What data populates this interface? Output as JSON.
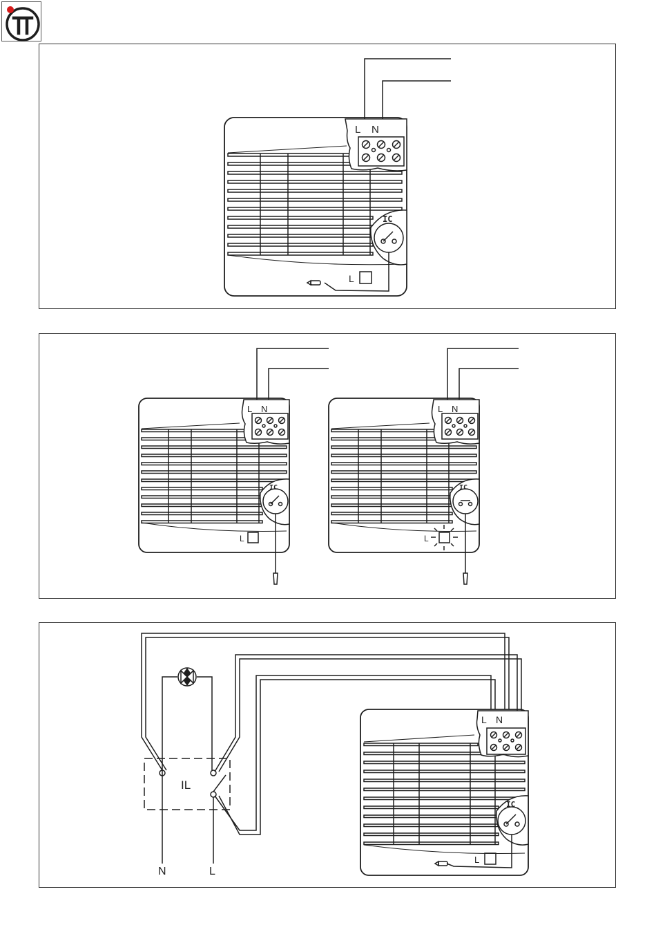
{
  "logo": {
    "icon": "tt-logo-icon",
    "accent": "#d61a1a",
    "ink": "#1e1e1e"
  },
  "labels": {
    "live": "L",
    "neutral": "N",
    "ic": "IC",
    "lamp": "L",
    "il": "IL"
  },
  "colors": {
    "line": "#1e1e1e",
    "panel_border": "#333333"
  }
}
